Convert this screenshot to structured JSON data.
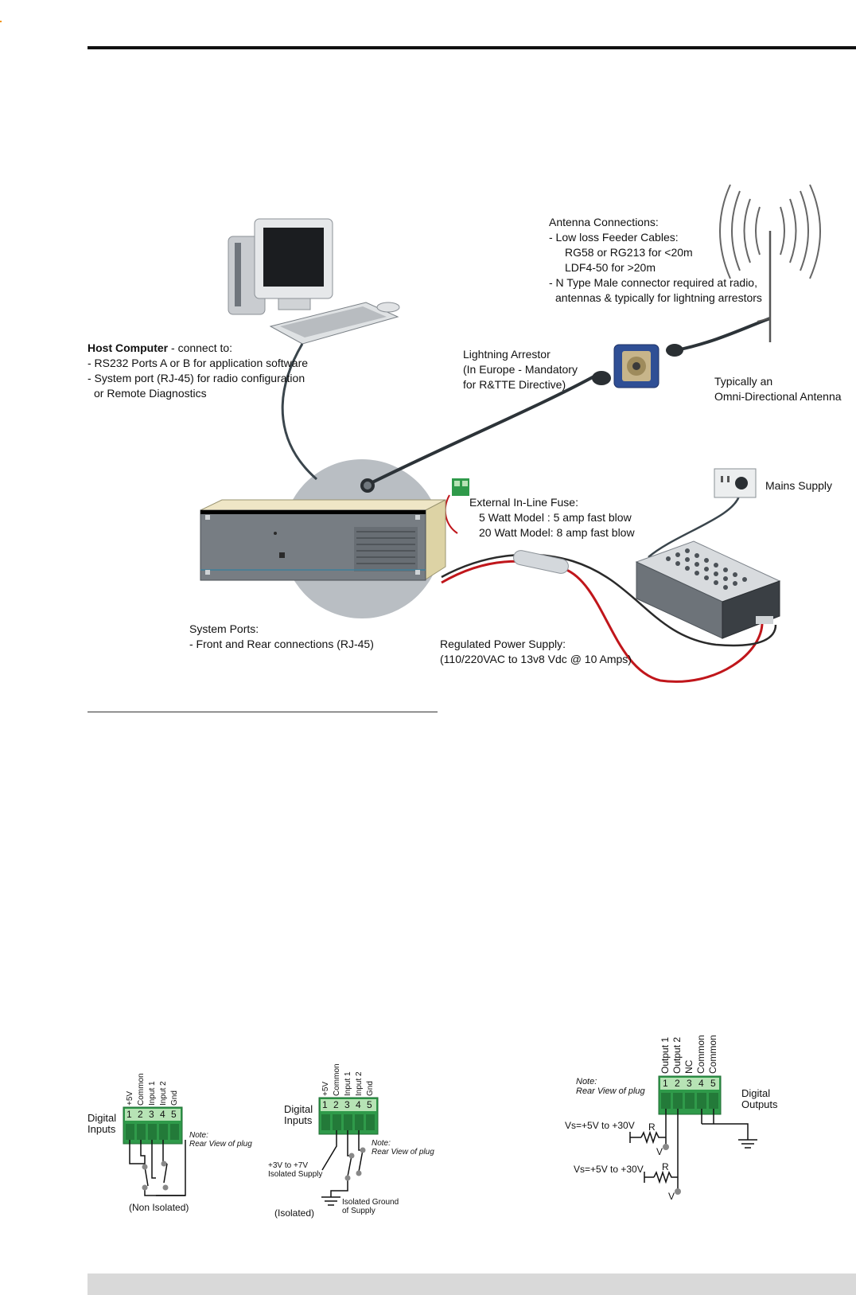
{
  "system": {
    "host_title": "Host Computer",
    "host_suffix": " - connect to:",
    "host_lines": [
      "- RS232 Ports A or B for application software",
      "- System port (RJ-45) for radio configuration",
      "or Remote Diagnostics"
    ],
    "antenna_conn_lines": [
      "Antenna Connections:",
      "- Low loss Feeder Cables:",
      "RG58 or RG213 for <20m",
      "LDF4-50 for >20m",
      "- N Type Male connector required at radio,",
      "antennas & typically for lightning arrestors"
    ],
    "arrestor_lines": [
      "Lightning Arrestor",
      "(In Europe - Mandatory",
      "for R&TTE Directive)"
    ],
    "antenna_type_lines": [
      "Typically an",
      "Omni-Directional Antenna"
    ],
    "mains": "Mains Supply",
    "fuse_lines": [
      "External In-Line Fuse:",
      "5 Watt Model :  5 amp fast blow",
      "20 Watt Model: 8 amp fast blow"
    ],
    "ports_lines": [
      "System Ports:",
      "- Front and Rear connections (RJ-45)"
    ],
    "psu_lines": [
      "Regulated Power Supply:",
      "(110/220VAC to 13v8 Vdc @ 10 Amps)"
    ]
  },
  "inputs_non_isolated": {
    "title_lines": [
      "Digital",
      "Inputs"
    ],
    "pins": [
      "+5V",
      "Common",
      "Input 1",
      "Input 2",
      "Gnd"
    ],
    "numbers": [
      "1",
      "2",
      "3",
      "4",
      "5"
    ],
    "note_lines": [
      "Note:",
      "Rear View of plug"
    ],
    "caption": "(Non Isolated)"
  },
  "inputs_isolated": {
    "title_lines": [
      "Digital",
      "Inputs"
    ],
    "pins": [
      "+5V",
      "Common",
      "Input 1",
      "Input 2",
      "Gnd"
    ],
    "numbers": [
      "1",
      "2",
      "3",
      "4",
      "5"
    ],
    "note_lines": [
      "Note:",
      "Rear View of plug"
    ],
    "supply_lines": [
      "+3V to +7V",
      "Isolated Supply"
    ],
    "ground_lines": [
      "Isolated Ground",
      "of Supply"
    ],
    "caption": "(Isolated)"
  },
  "outputs": {
    "title_lines": [
      "Digital",
      "Outputs"
    ],
    "pins": [
      "Output 1",
      "Output 2",
      "NC",
      "Common",
      "Common"
    ],
    "numbers": [
      "1",
      "2",
      "3",
      "4",
      "5"
    ],
    "note_lines": [
      "Note:",
      "Rear View of plug"
    ],
    "vs1": "Vs=+5V to +30V",
    "vs2": "Vs=+5V to +30V",
    "r": "R",
    "v": "V"
  },
  "colors": {
    "terminal_green": "#2f9a4a",
    "terminal_light": "#b7e3b5",
    "cable": "#2c3338",
    "red_wire": "#c0161b",
    "footer_gray": "#d9d9d9"
  }
}
